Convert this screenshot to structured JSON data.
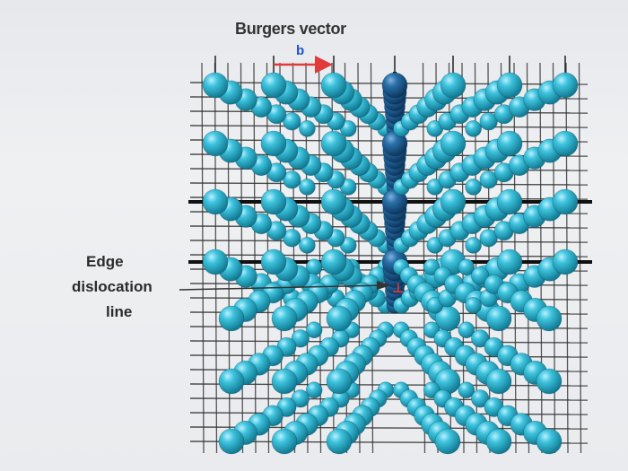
{
  "title": "Burgers vector",
  "burgers_symbol": "b",
  "dislocation_label": [
    "Edge",
    "dislocation",
    "line"
  ],
  "dislocation_symbol": "⊥",
  "colors": {
    "background": "#eceef1",
    "lattice_line": "#2f2f2f",
    "atom_light": "#2bb3cf",
    "atom_dark": "#1c5d8f",
    "arrow": "#e23a3a",
    "burgers_symbol": "#1f4fd6"
  }
}
